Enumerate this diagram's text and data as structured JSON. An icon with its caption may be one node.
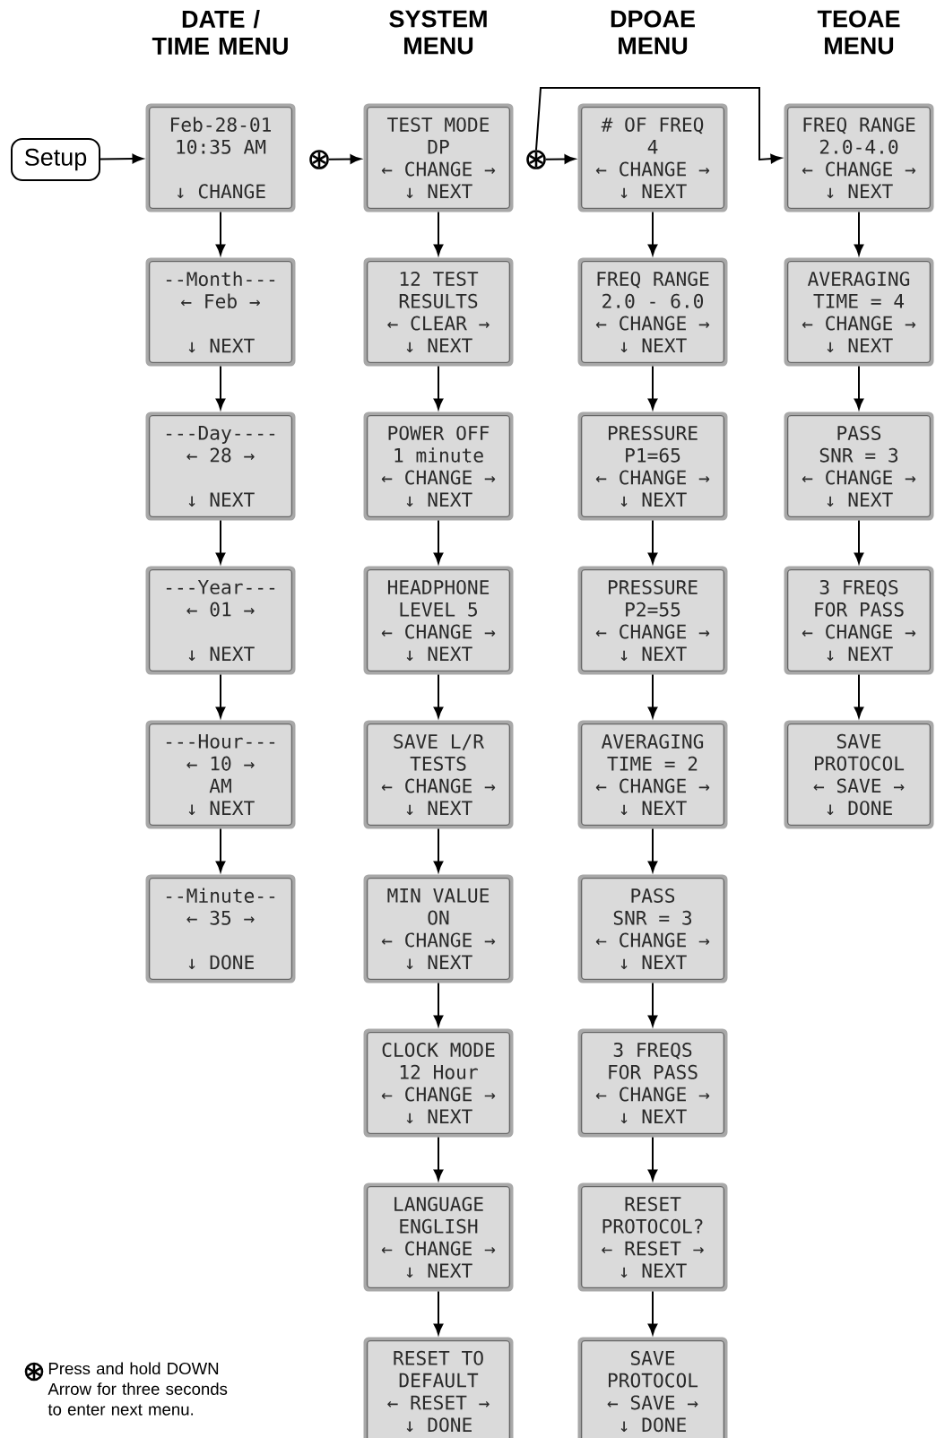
{
  "diagram": {
    "nodes": [
      {
        "text": [
          "Setup"
        ]
      },
      {
        "text": [
          "Feb-28-01",
          "10:35 AM",
          "↓ CHANGE"
        ]
      },
      {
        "text": [
          "--Month---",
          "← Feb →",
          "↓ NEXT"
        ]
      },
      {
        "text": [
          "---Day----",
          "← 28 →",
          "↓ NEXT"
        ]
      },
      {
        "text": [
          "---Year---",
          "← 01 →",
          "↓ NEXT"
        ]
      },
      {
        "text": [
          "---Hour---",
          "← 10 →",
          "AM",
          "↓ NEXT"
        ]
      },
      {
        "text": [
          "--Minute--",
          "← 35 →",
          "↓ DONE"
        ]
      },
      {
        "text": [],
        "shape": "circle"
      },
      {
        "text": [
          "TEST MODE",
          "DP",
          "← CHANGE →",
          "↓ NEXT"
        ]
      },
      {
        "text": [
          "12 TEST",
          "RESULTS",
          "← CLEAR →",
          "↓ NEXT"
        ]
      },
      {
        "text": [
          "POWER OFF",
          "1 minute",
          "← CHANGE →",
          "↓ NEXT"
        ]
      },
      {
        "text": [
          "HEADPHONE",
          "LEVEL 5",
          "← CHANGE →",
          "↓ NEXT"
        ]
      },
      {
        "text": [
          "SAVE L/R",
          "TESTS",
          "← CHANGE →",
          "↓ NEXT"
        ]
      },
      {
        "text": [
          "MIN VALUE",
          "ON",
          "← CHANGE →",
          "↓ NEXT"
        ]
      },
      {
        "text": [
          "CLOCK MODE",
          "12 Hour",
          "← CHANGE →",
          "↓ NEXT"
        ]
      },
      {
        "text": [
          "LANGUAGE",
          "ENGLISH",
          "← CHANGE →",
          "↓ NEXT"
        ]
      },
      {
        "text": [
          "RESET TO",
          "DEFAULT",
          "← RESET →",
          "↓ DONE"
        ]
      },
      {
        "text": [],
        "shape": "circle"
      },
      {
        "text": [
          "# OF FREQ",
          "4",
          "← CHANGE →",
          "↓ NEXT"
        ]
      },
      {
        "text": [
          "FREQ RANGE",
          "2.0 - 6.0",
          "← CHANGE →",
          "↓ NEXT"
        ]
      },
      {
        "text": [
          "PRESSURE",
          "P1=65",
          "← CHANGE →",
          "↓ NEXT"
        ]
      },
      {
        "text": [
          "PRESSURE",
          "P2=55",
          "← CHANGE →",
          "↓ NEXT"
        ]
      },
      {
        "text": [
          "AVERAGING",
          "TIME = 2",
          "← CHANGE →",
          "↓ NEXT"
        ]
      },
      {
        "text": [
          "PASS",
          "SNR = 3",
          "← CHANGE →",
          "↓ NEXT"
        ]
      },
      {
        "text": [
          "3 FREQS",
          "FOR PASS",
          "← CHANGE →",
          "↓ NEXT"
        ]
      },
      {
        "text": [
          "RESET",
          "PROTOCOL?",
          "← RESET →",
          "↓ NEXT"
        ]
      },
      {
        "text": [
          "SAVE",
          "PROTOCOL",
          "← SAVE →",
          "↓ DONE"
        ]
      },
      {
        "text": [
          "FREQ RANGE",
          "2.0-4.0",
          "← CHANGE →",
          "↓ NEXT"
        ]
      },
      {
        "text": [
          "AVERAGING",
          "TIME = 4",
          "← CHANGE →",
          "↓ NEXT"
        ]
      },
      {
        "text": [
          "PASS",
          "SNR = 3",
          "← CHANGE →",
          "↓ NEXT"
        ]
      },
      {
        "text": [
          "3 FREQS",
          "FOR PASS",
          "← CHANGE →",
          "↓ NEXT"
        ]
      },
      {
        "text": [
          "SAVE",
          "PROTOCOL",
          "← SAVE →",
          "↓ DONE"
        ]
      }
    ],
    "edges": [
      {
        "from": 0,
        "to": 1,
        "arrow": "to"
      },
      {
        "from": 1,
        "to": 2,
        "arrow": "to"
      },
      {
        "from": 2,
        "to": 3,
        "arrow": "to"
      },
      {
        "from": 3,
        "to": 4,
        "arrow": "to"
      },
      {
        "from": 4,
        "to": 5,
        "arrow": "to"
      },
      {
        "from": 5,
        "to": 6,
        "arrow": "to"
      },
      {
        "from": 7,
        "to": 8,
        "arrow": "to"
      },
      {
        "from": 8,
        "to": 9,
        "arrow": "to"
      },
      {
        "from": 9,
        "to": 10,
        "arrow": "to"
      },
      {
        "from": 10,
        "to": 11,
        "arrow": "to"
      },
      {
        "from": 11,
        "to": 12,
        "arrow": "to"
      },
      {
        "from": 12,
        "to": 13,
        "arrow": "to"
      },
      {
        "from": 13,
        "to": 14,
        "arrow": "to"
      },
      {
        "from": 14,
        "to": 15,
        "arrow": "to"
      },
      {
        "from": 15,
        "to": 16,
        "arrow": "to"
      },
      {
        "from": 17,
        "to": 18,
        "arrow": "to"
      },
      {
        "from": 17,
        "to": 27,
        "arrow": "to"
      },
      {
        "from": 18,
        "to": 19,
        "arrow": "to"
      },
      {
        "from": 19,
        "to": 20,
        "arrow": "to"
      },
      {
        "from": 20,
        "to": 21,
        "arrow": "to"
      },
      {
        "from": 21,
        "to": 22,
        "arrow": "to"
      },
      {
        "from": 22,
        "to": 23,
        "arrow": "to"
      },
      {
        "from": 23,
        "to": 24,
        "arrow": "to"
      },
      {
        "from": 24,
        "to": 25,
        "arrow": "to"
      },
      {
        "from": 25,
        "to": 26,
        "arrow": "to"
      },
      {
        "from": 27,
        "to": 28,
        "arrow": "to"
      },
      {
        "from": 28,
        "to": 29,
        "arrow": "to"
      },
      {
        "from": 29,
        "to": 30,
        "arrow": "to"
      },
      {
        "from": 30,
        "to": 31,
        "arrow": "to"
      }
    ],
    "labels": [
      "DATE / TIME MENU",
      "SYSTEM MENU",
      "DPOAE MENU",
      "TEOAE MENU"
    ],
    "legend": [
      {
        "text": "Press and hold DOWN Arrow for three seconds to enter next menu."
      }
    ]
  }
}
